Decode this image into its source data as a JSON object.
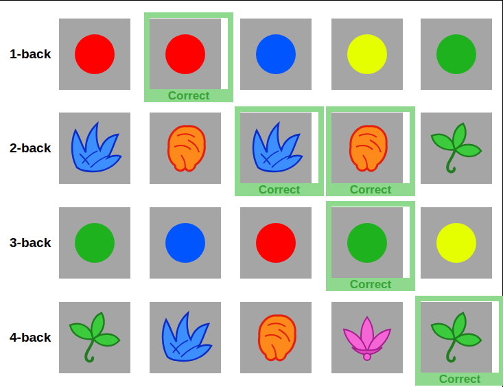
{
  "diagram": {
    "nodes": [
      {
        "text": [
          "Correct"
        ]
      },
      {
        "text": [
          "Correct"
        ]
      },
      {
        "text": [
          "Correct"
        ]
      },
      {
        "text": [
          "Correct"
        ]
      },
      {
        "text": [
          "Correct"
        ]
      }
    ],
    "labels": [
      "1-back",
      "2-back",
      "3-back",
      "4-back"
    ]
  }
}
